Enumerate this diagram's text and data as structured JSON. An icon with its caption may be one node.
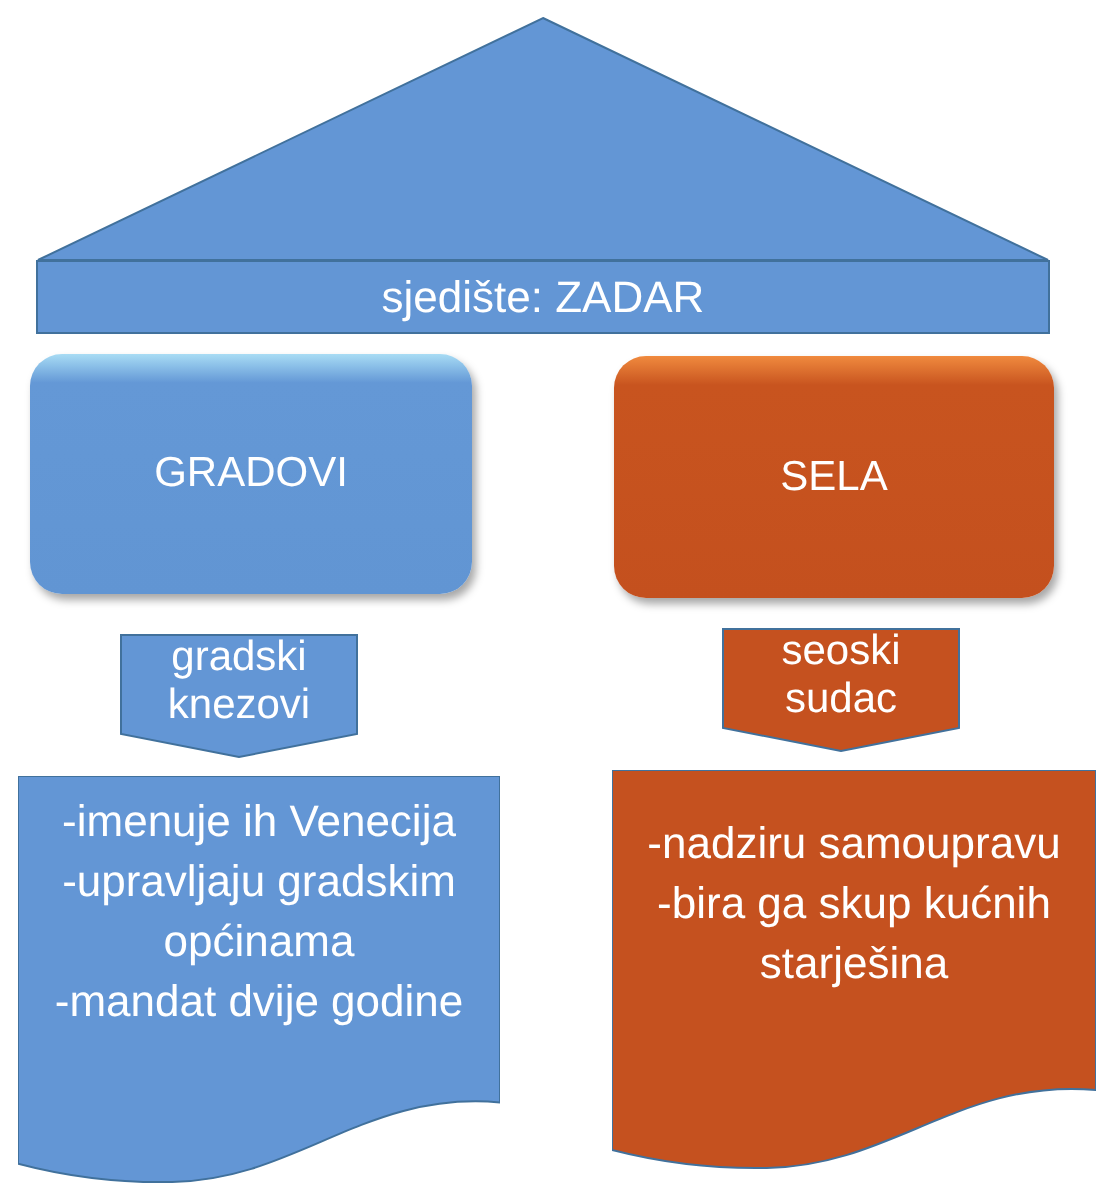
{
  "diagram": {
    "nodes": [
      {
        "text": [],
        "shape": "triangle"
      },
      {
        "text": [
          "sjedište: ZADAR"
        ]
      },
      {
        "text": [
          "GRADOVI"
        ]
      },
      {
        "text": [
          "SELA"
        ]
      },
      {
        "text": [
          "gradski knezovi"
        ]
      },
      {
        "text": [
          "seoski sudac"
        ]
      },
      {
        "text": [
          "-imenuje ih Venecija",
          "-upravljaju gradskim općinama",
          "-mandat dvije godine"
        ]
      },
      {
        "text": [
          "-nadziru samoupravu",
          "-bira ga skup kućnih starješina"
        ]
      }
    ]
  }
}
